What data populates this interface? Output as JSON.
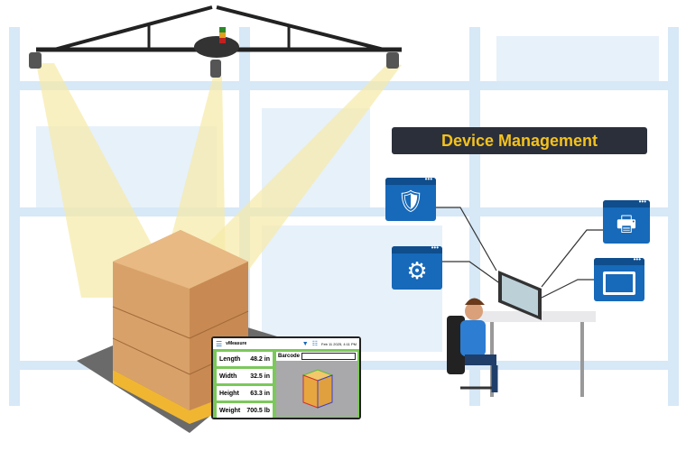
{
  "title": "Device Management",
  "screen": {
    "app_name": "vMeasure",
    "datetime": "Feb 11 2025, 4:11 PM",
    "barcode_label": "Barcode",
    "barcode_value": "",
    "measurements": [
      {
        "label": "Length",
        "value": "48.2 in"
      },
      {
        "label": "Width",
        "value": "32.5 in"
      },
      {
        "label": "Height",
        "value": "63.3 in"
      },
      {
        "label": "Weight",
        "value": "700.5 lb"
      }
    ]
  },
  "icons": [
    "shield-check-icon",
    "gears-icon",
    "printer-icon",
    "laptop-icon",
    "wifi-icon",
    "network-icon",
    "menu-icon"
  ],
  "colors": {
    "accent": "#f4c21c",
    "window_blue": "#1769b9",
    "title_bg": "#2b2f3a",
    "panel_green": "#7cc85b",
    "shelf": "#d7e8f7"
  }
}
